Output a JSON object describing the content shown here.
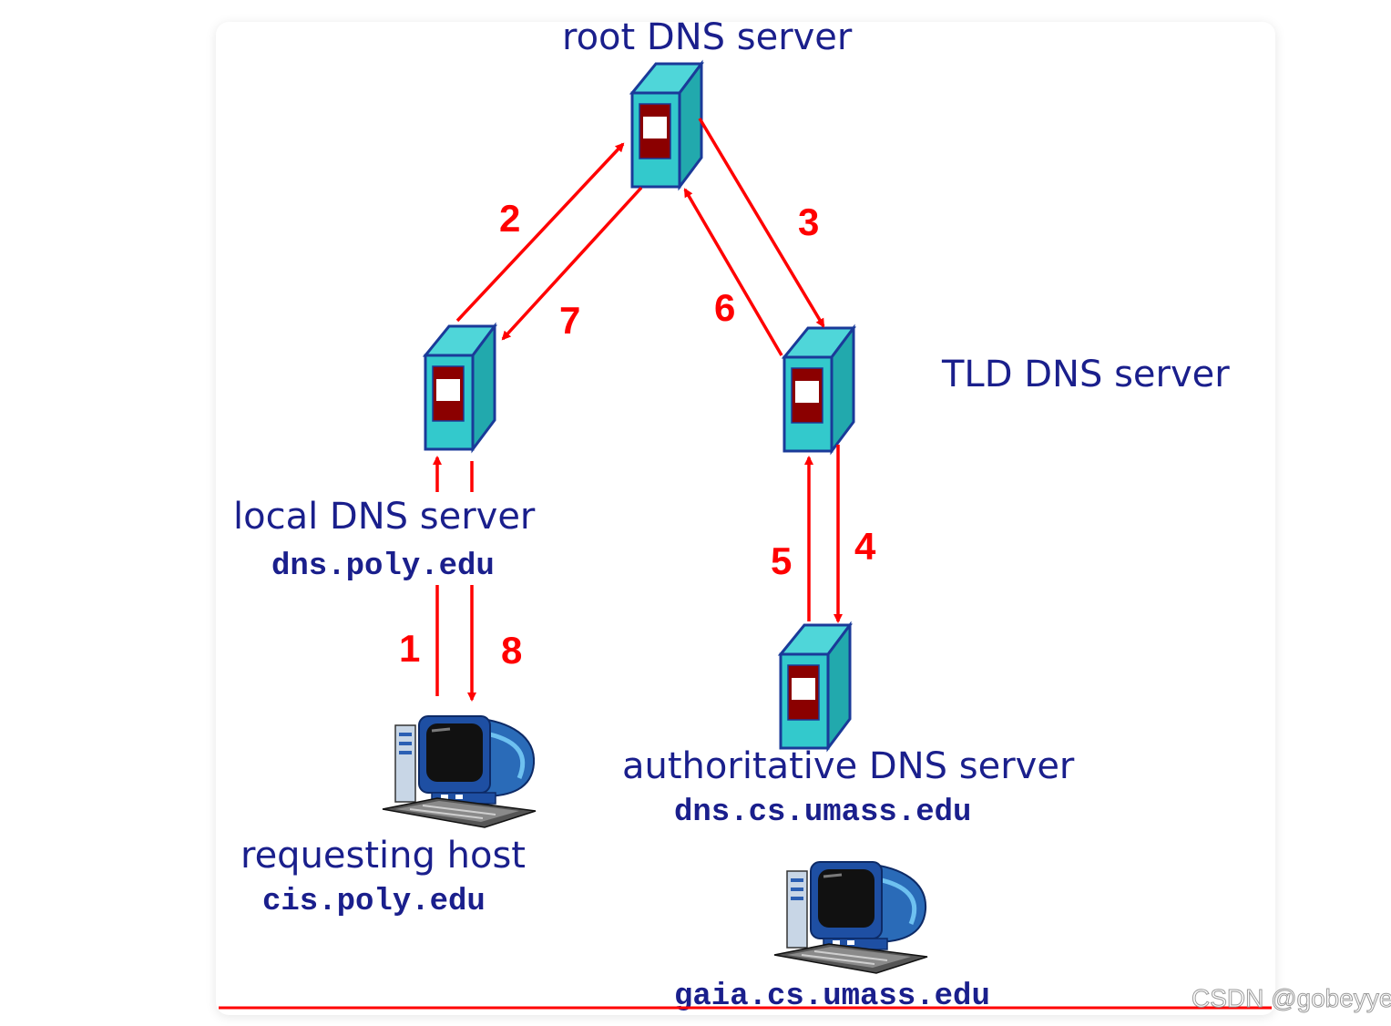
{
  "nodes": {
    "root": {
      "label": "root DNS server"
    },
    "tld": {
      "label": "TLD DNS server"
    },
    "local": {
      "label": "local DNS server",
      "host": "dns.poly.edu"
    },
    "requesting": {
      "label": "requesting host",
      "host": "cis.poly.edu"
    },
    "authoritative": {
      "label": "authoritative DNS server",
      "host": "dns.cs.umass.edu"
    },
    "target": {
      "host": "gaia.cs.umass.edu"
    }
  },
  "steps": [
    "1",
    "2",
    "3",
    "4",
    "5",
    "6",
    "7",
    "8"
  ],
  "watermark": "CSDN @gobeyye",
  "colors": {
    "arrow": "#ff0000",
    "label": "#1a1f8c",
    "server_body": "#33c9cc",
    "server_panel": "#8b0000",
    "footer_line": "#ff0000"
  },
  "icons": {
    "server": "server-tower-icon",
    "computer": "desktop-computer-icon"
  }
}
